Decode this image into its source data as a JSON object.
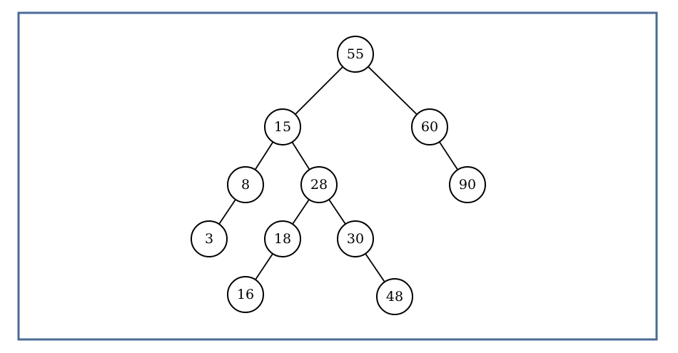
{
  "diagram": {
    "type": "binary-tree",
    "frame_color": "#4a6b95",
    "nodes": [
      {
        "id": "n55",
        "label": "55"
      },
      {
        "id": "n15",
        "label": "15"
      },
      {
        "id": "n60",
        "label": "60"
      },
      {
        "id": "n8",
        "label": "8"
      },
      {
        "id": "n28",
        "label": "28"
      },
      {
        "id": "n90",
        "label": "90"
      },
      {
        "id": "n3",
        "label": "3"
      },
      {
        "id": "n18",
        "label": "18"
      },
      {
        "id": "n30",
        "label": "30"
      },
      {
        "id": "n16",
        "label": "16"
      },
      {
        "id": "n48",
        "label": "48"
      }
    ],
    "edges": [
      {
        "from": "n55",
        "to": "n15"
      },
      {
        "from": "n55",
        "to": "n60"
      },
      {
        "from": "n15",
        "to": "n8"
      },
      {
        "from": "n15",
        "to": "n28"
      },
      {
        "from": "n60",
        "to": "n90"
      },
      {
        "from": "n8",
        "to": "n3"
      },
      {
        "from": "n28",
        "to": "n18"
      },
      {
        "from": "n28",
        "to": "n30"
      },
      {
        "from": "n18",
        "to": "n16"
      },
      {
        "from": "n30",
        "to": "n48"
      }
    ]
  }
}
